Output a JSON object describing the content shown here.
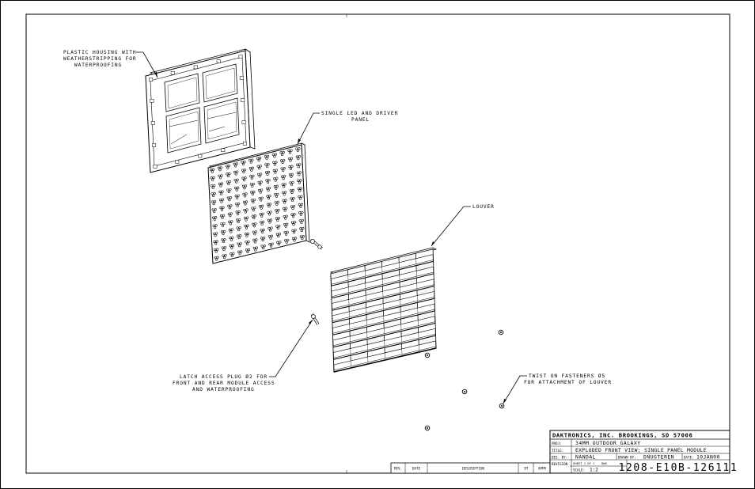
{
  "callouts": {
    "housing": [
      "PLASTIC HOUSING WITH",
      "WEATHERSTRIPPING FOR",
      "WATERPROOFING"
    ],
    "panel": [
      "SINGLE LED AND DRIVER",
      "PANEL"
    ],
    "louver": [
      "LOUVER"
    ],
    "latch": [
      "LATCH ACCESS PLUG Ø2 FOR",
      "FRONT AND REAR MODULE ACCESS",
      "AND WATERPROOFING"
    ],
    "fasteners": [
      "TWIST ON FASTENERS Ø5",
      "FOR ATTACHMENT OF LOUVER"
    ]
  },
  "title_block": {
    "company": "DAKTRONICS, INC.  BROOKINGS, SD 57006",
    "proj_label": "PROJ:",
    "proj": "34MM OUTDOOR GALAXY",
    "title_label": "TITLE:",
    "title": "EXPLODED FRONT VIEW; SINGLE PANEL MODULE",
    "des_label": "DES. BY:",
    "des_by": "NANDAL",
    "drawn_label": "DRAWN BY:",
    "drawn_by": "DNUGTEREN",
    "date_label": "DATE:",
    "date": "10JAN00",
    "revision_label": "REVISION",
    "sheet": "SHEET 1 OF 1",
    "dwg_label": "DWG",
    "scale_label": "SCALE:",
    "scale": "1:2",
    "drawing_number": "1208-E10B-126111"
  },
  "revision_block": {
    "headers": [
      "REV.",
      "DATE",
      "DESCRIPTION",
      "DT",
      "APPR"
    ]
  }
}
